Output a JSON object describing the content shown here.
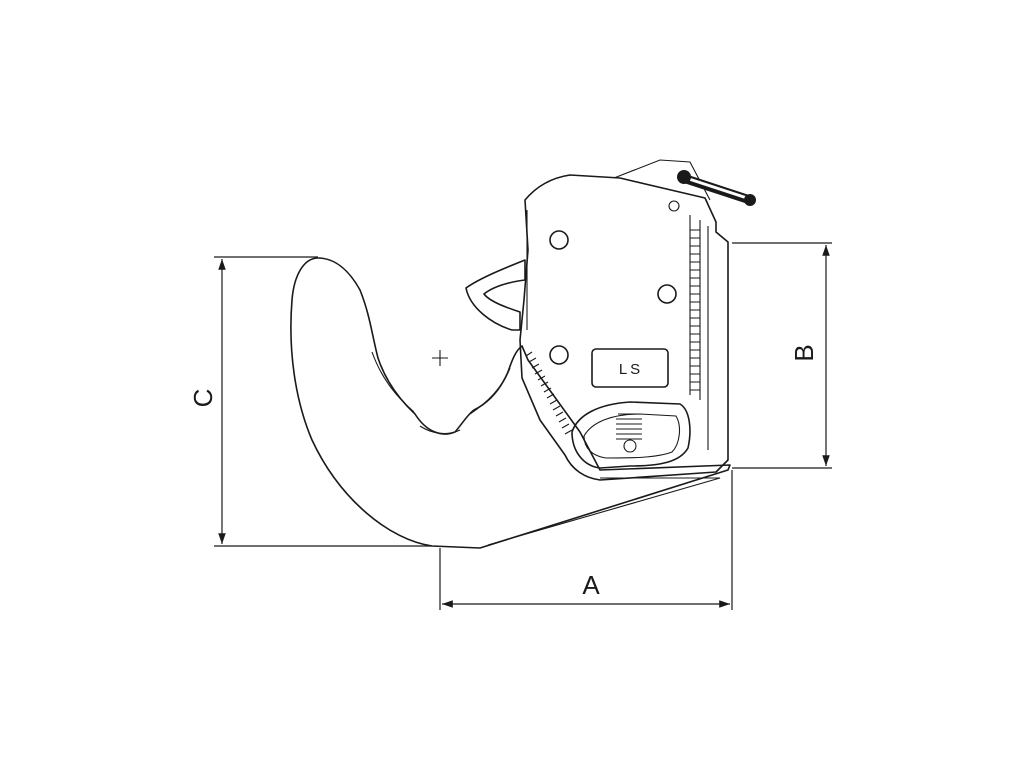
{
  "dimensions": {
    "a_label": "A",
    "b_label": "B",
    "c_label": "C"
  },
  "nameplate": {
    "text": "LS"
  },
  "colors": {
    "line": "#1a1a1a",
    "background": "#ffffff"
  }
}
